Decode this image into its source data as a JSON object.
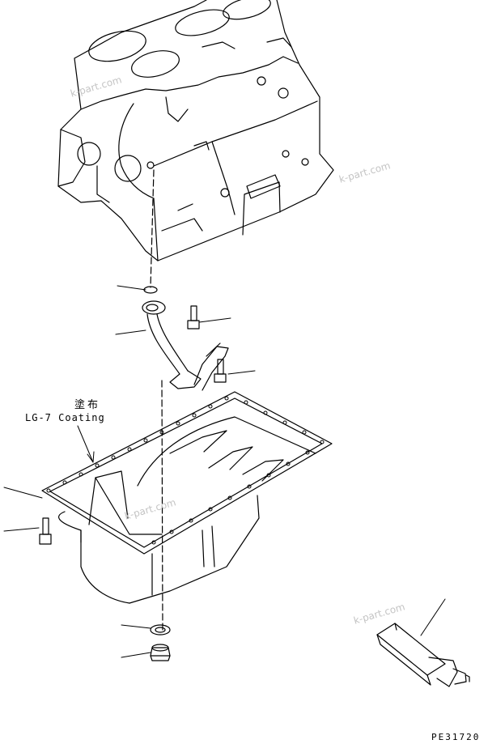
{
  "annotations": {
    "coating_jp": "塗布",
    "coating_en": "LG-7 Coating"
  },
  "watermarks": [
    "k-part.com",
    "k-part.com",
    "k-part.com",
    "k-part.com"
  ],
  "figure_code": "PE31720",
  "colors": {
    "line": "#000000",
    "watermark": "#c4c4c4",
    "background": "#ffffff"
  }
}
